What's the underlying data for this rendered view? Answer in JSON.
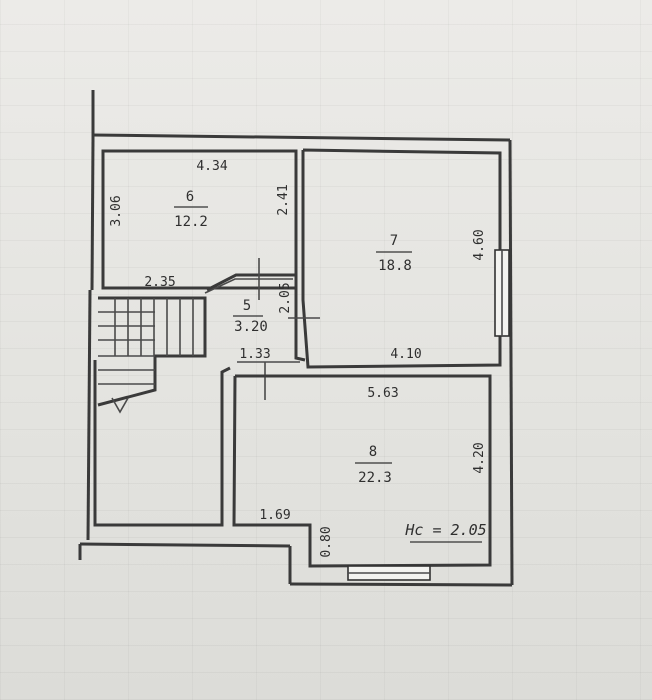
{
  "plan": {
    "rooms": [
      {
        "id": "6",
        "number": "6",
        "area": "12.2"
      },
      {
        "id": "7",
        "number": "7",
        "area": "18.8"
      },
      {
        "id": "5",
        "number": "5",
        "area": "3.20"
      },
      {
        "id": "8",
        "number": "8",
        "area": "22.3"
      }
    ],
    "dimensions": {
      "room6_width": "4.34",
      "room6_height_left": "3.06",
      "room6_height_right": "2.41",
      "stair_width": "2.35",
      "room5_height": "2.05",
      "room7_height": "4.60",
      "room7_width": "4.10",
      "hall_width": "1.33",
      "room8_width": "5.63",
      "room8_height": "4.20",
      "bottom_left": "1.69",
      "bottom_step": "0.80"
    },
    "ceiling_height_note": "Hc = 2.05"
  }
}
